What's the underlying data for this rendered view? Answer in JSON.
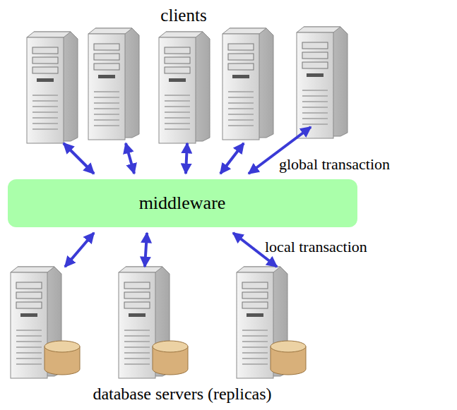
{
  "diagram": {
    "nodes": [
      {
        "text": [
          "middleware"
        ]
      }
    ],
    "labels": [
      "clients",
      "global transaction",
      "local transaction",
      "database servers (replicas)"
    ]
  }
}
